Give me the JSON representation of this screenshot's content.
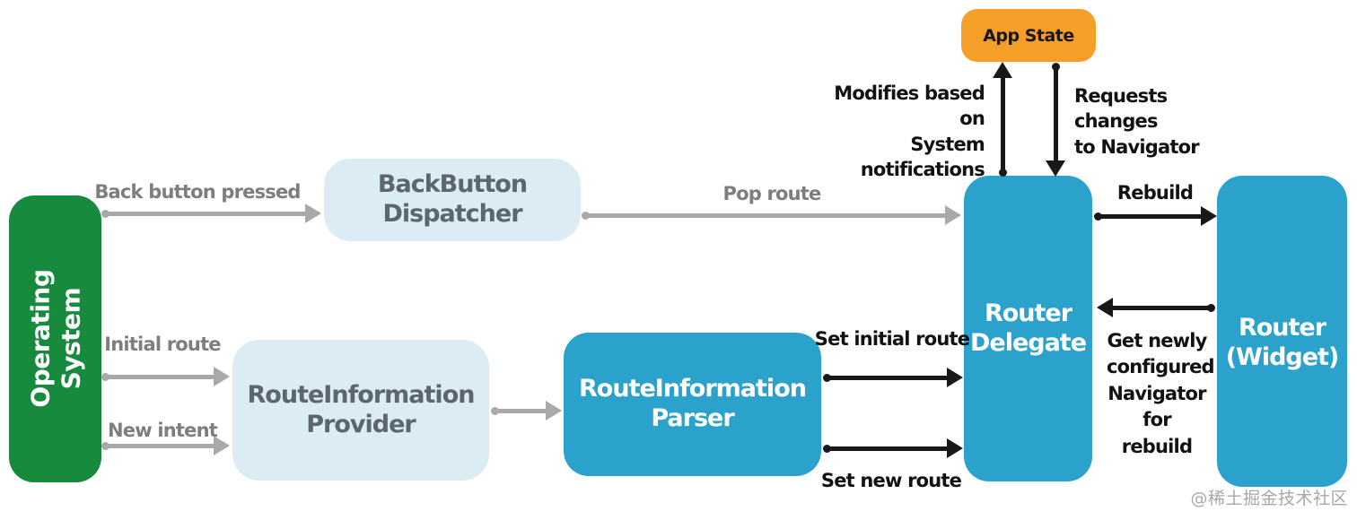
{
  "nodes": {
    "operating_system": {
      "label": "Operating\nSystem"
    },
    "back_button_dispatcher": {
      "label": "BackButton\nDispatcher"
    },
    "route_information_provider": {
      "label": "RouteInformation\nProvider"
    },
    "route_information_parser": {
      "label": "RouteInformation\nParser"
    },
    "router_delegate": {
      "label": "Router\nDelegate"
    },
    "router_widget": {
      "label": "Router\n(Widget)"
    },
    "app_state": {
      "label": "App State"
    }
  },
  "edge_labels": {
    "back_button_pressed": "Back button pressed",
    "pop_route": "Pop route",
    "initial_route": "Initial route",
    "new_intent": "New intent",
    "set_initial_route": "Set initial route",
    "set_new_route": "Set new route",
    "rebuild": "Rebuild",
    "modifies_based_on": "Modifies based on\nSystem notifications",
    "requests_changes": "Requests changes\nto Navigator",
    "get_newly_configured": "Get newly\nconfigured\nNavigator\nfor rebuild"
  },
  "watermark": "@稀土掘金技术社区",
  "colors": {
    "green": "#178a3d",
    "blue": "#2aa2cb",
    "light_blue": "#dcecf4",
    "orange": "#f59e28",
    "gray_arrow": "#a9a9a9",
    "black_arrow": "#181818"
  }
}
